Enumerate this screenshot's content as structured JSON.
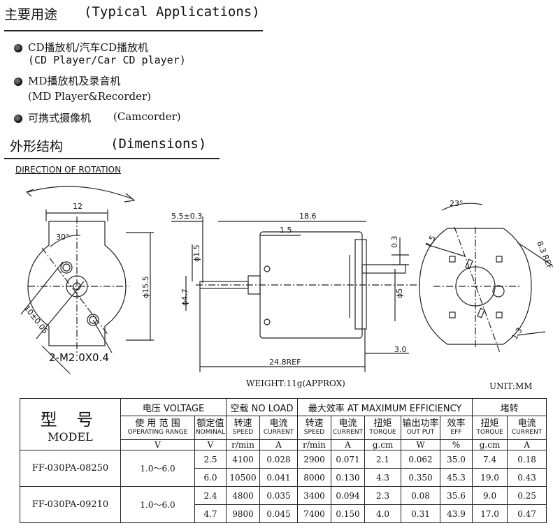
{
  "applications": {
    "heading_cn": "主要用途",
    "heading_en": "(Typical Applications)",
    "items": [
      {
        "cn": "CD播放机/汽车CD播放机",
        "en": "(CD Player/Car CD player)"
      },
      {
        "cn": "MD播放机及录音机",
        "en": "(MD Player&Recorder)"
      },
      {
        "cn": "可携式摄像机",
        "en": "(Camcorder)"
      }
    ]
  },
  "dimensions": {
    "heading_cn": "外形结构",
    "heading_en": "(Dimensions)",
    "rotation_label": "DIRECTION OF ROTATION",
    "left_view": {
      "width": "12",
      "angle": "30°",
      "diameter": "ϕ15.5",
      "hole_spacing": "10±0.05",
      "screws": "2-M2.0X0.4"
    },
    "side_view": {
      "offset": "5.5±0.3",
      "length": "18.6",
      "step": "1.5",
      "thick": "0.3",
      "shaft_d": "ϕ1.5",
      "boss_d": "ϕ4.7",
      "flange_d": "ϕ5",
      "term": "3.0",
      "overall": "24.8REF"
    },
    "right_view": {
      "angle": "23°",
      "a": "1.5",
      "dist": "8.3 REF",
      "b": "1.3"
    },
    "weight": "WEIGHT:11g(APPROX)",
    "unit": "UNIT:MM"
  },
  "table": {
    "model_cn": "型 号",
    "model_en": "MODEL",
    "voltage_group": "电压 VOLTAGE",
    "noload_group": "空载 NO LOAD",
    "maxeff_group": "最大效率 AT MAXIMUM EFFICIENCY",
    "stall_group": "堵转",
    "columns": [
      {
        "cn": "使 用 范 围",
        "en": "OPERATING RANGE",
        "unit": "V"
      },
      {
        "cn": "额定值",
        "en": "NOMINAL",
        "unit": "V"
      },
      {
        "cn": "转速",
        "en": "SPEED",
        "unit": "r/min"
      },
      {
        "cn": "电流",
        "en": "CURRENT",
        "unit": "A"
      },
      {
        "cn": "转速",
        "en": "SPEED",
        "unit": "r/min"
      },
      {
        "cn": "电流",
        "en": "CURRENT",
        "unit": "A"
      },
      {
        "cn": "扭矩",
        "en": "TORQUE",
        "unit": "g.cm"
      },
      {
        "cn": "输出功率",
        "en": "OUT PUT",
        "unit": "W"
      },
      {
        "cn": "效率",
        "en": "EFF",
        "unit": "%"
      },
      {
        "cn": "扭矩",
        "en": "TORQUE",
        "unit": "g.cm"
      },
      {
        "cn": "电流",
        "en": "CURRENT",
        "unit": "A"
      }
    ],
    "models": [
      {
        "name": "FF-030PA-08250",
        "range": "1.0～6.0",
        "rows": [
          [
            "2.5",
            "4100",
            "0.028",
            "2900",
            "0.071",
            "2.1",
            "0.062",
            "35.0",
            "7.4",
            "0.18"
          ],
          [
            "6.0",
            "10500",
            "0.041",
            "8000",
            "0.130",
            "4.3",
            "0.350",
            "45.3",
            "19.0",
            "0.43"
          ]
        ]
      },
      {
        "name": "FF-030PA-09210",
        "range": "1.0～6.0",
        "rows": [
          [
            "2.4",
            "4800",
            "0.035",
            "3400",
            "0.094",
            "2.3",
            "0.08",
            "35.6",
            "9.0",
            "0.25"
          ],
          [
            "4.7",
            "9800",
            "0.045",
            "7400",
            "0.150",
            "4.0",
            "0.31",
            "43.9",
            "17.0",
            "0.47"
          ]
        ]
      }
    ]
  }
}
